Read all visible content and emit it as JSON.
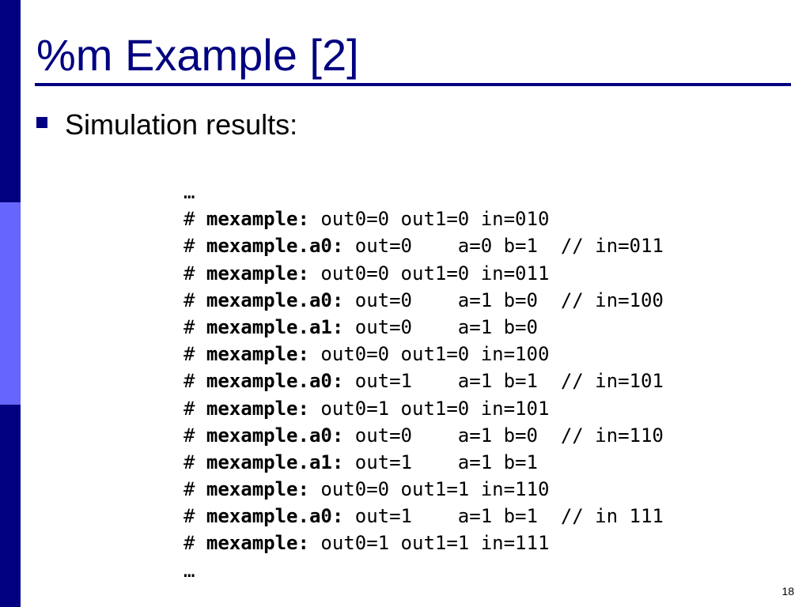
{
  "slide": {
    "title": "%m Example [2]",
    "bullet": "Simulation results:",
    "page_number": "18"
  },
  "code": {
    "lines": [
      {
        "prefix": "…",
        "name": "",
        "rest": ""
      },
      {
        "prefix": "# ",
        "name": "mexample:",
        "rest": " out0=0 out1=0 in=010"
      },
      {
        "prefix": "# ",
        "name": "mexample.a0:",
        "rest": " out=0    a=0 b=1  // in=011"
      },
      {
        "prefix": "# ",
        "name": "mexample:",
        "rest": " out0=0 out1=0 in=011"
      },
      {
        "prefix": "# ",
        "name": "mexample.a0:",
        "rest": " out=0    a=1 b=0  // in=100"
      },
      {
        "prefix": "# ",
        "name": "mexample.a1:",
        "rest": " out=0    a=1 b=0"
      },
      {
        "prefix": "# ",
        "name": "mexample:",
        "rest": " out0=0 out1=0 in=100"
      },
      {
        "prefix": "# ",
        "name": "mexample.a0:",
        "rest": " out=1    a=1 b=1  // in=101"
      },
      {
        "prefix": "# ",
        "name": "mexample:",
        "rest": " out0=1 out1=0 in=101"
      },
      {
        "prefix": "# ",
        "name": "mexample.a0:",
        "rest": " out=0    a=1 b=0  // in=110"
      },
      {
        "prefix": "# ",
        "name": "mexample.a1:",
        "rest": " out=1    a=1 b=1"
      },
      {
        "prefix": "# ",
        "name": "mexample:",
        "rest": " out0=0 out1=1 in=110"
      },
      {
        "prefix": "# ",
        "name": "mexample.a0:",
        "rest": " out=1    a=1 b=1  // in 111"
      },
      {
        "prefix": "# ",
        "name": "mexample:",
        "rest": " out0=1 out1=1 in=111"
      },
      {
        "prefix": "…",
        "name": "",
        "rest": ""
      }
    ]
  },
  "colors": {
    "accent": "#000080",
    "sidebar_light": "#6666ff"
  }
}
